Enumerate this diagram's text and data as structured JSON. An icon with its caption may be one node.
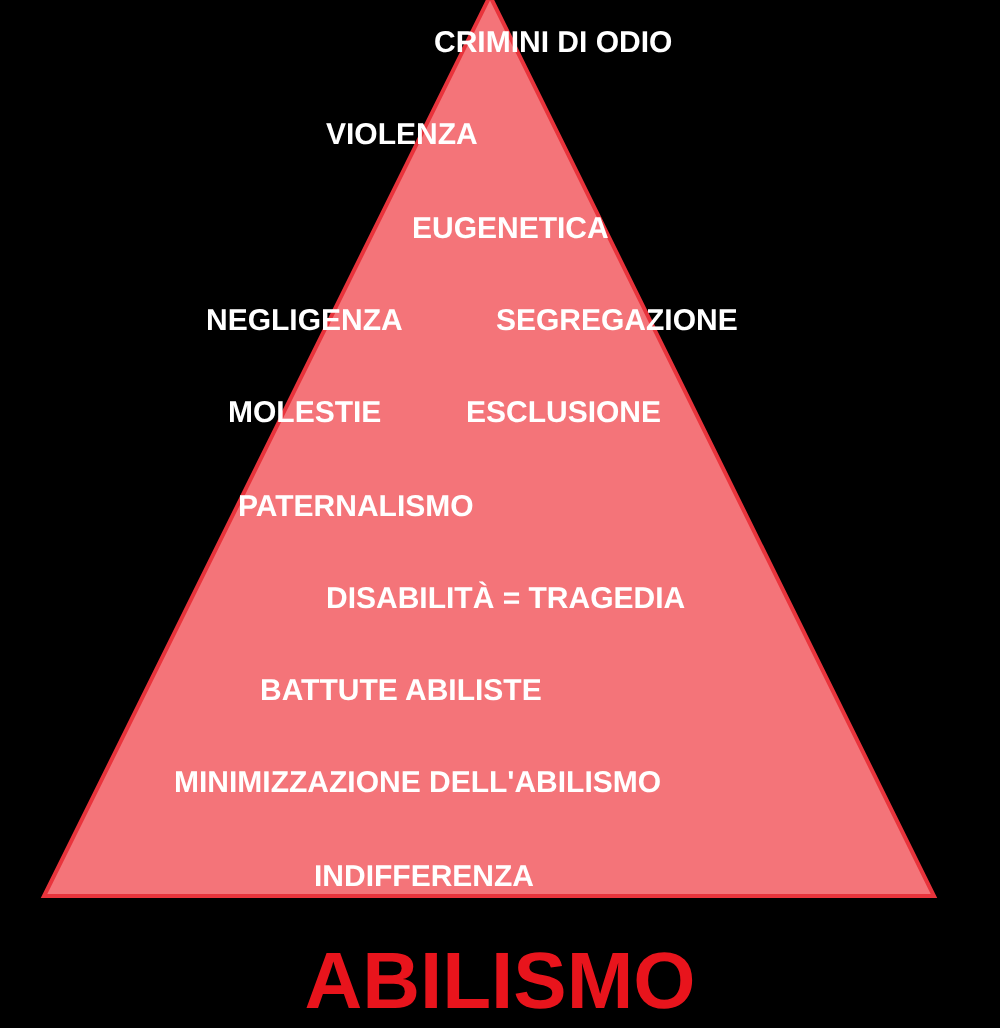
{
  "diagram": {
    "title": "ABILISMO",
    "nodes": [
      {
        "text": [
          "CRIMINI DI ODIO",
          "VIOLENZA",
          "EUGENETICA",
          "NEGLIGENZA",
          "SEGREGAZIONE",
          "MOLESTIE",
          "ESCLUSIONE",
          "PATERNALISMO",
          "DISABILITÀ = TRAGEDIA",
          "BATTUTE ABILISTE",
          "MINIMIZZAZIONE DELL'ABILISMO",
          "INDIFFERENZA"
        ]
      }
    ]
  }
}
